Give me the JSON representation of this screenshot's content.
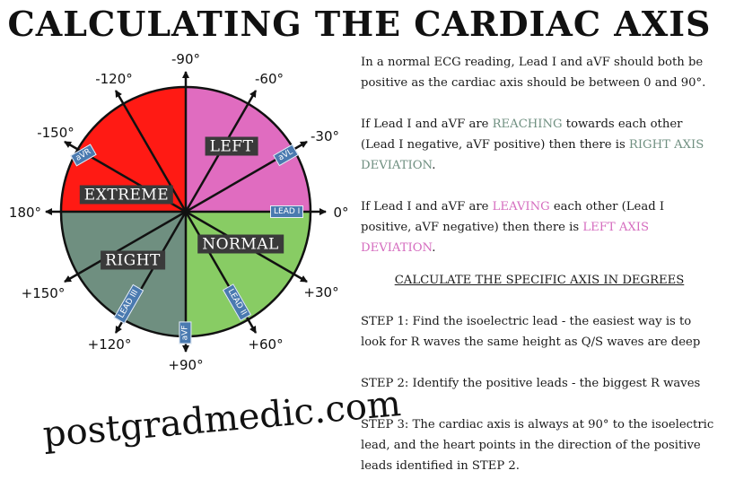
{
  "title": "CALCULATING THE CARDIAC AXIS",
  "colors": {
    "extreme": "#ff1a14",
    "left": "#e06cc0",
    "normal": "#88cc64",
    "right": "#6f8f80",
    "lead_badge": "#4a7ab0",
    "region_label_bg": "#3a3a3a"
  },
  "diagram": {
    "degrees": {
      "minus90": "-90°",
      "minus120": "-120°",
      "minus60": "-60°",
      "minus150": "-150°",
      "minus30": "-30°",
      "d180": "180°",
      "d0": "0°",
      "plus150": "+150°",
      "plus30": "+30°",
      "plus120": "+120°",
      "plus60": "+60°",
      "plus90": "+90°"
    },
    "regions": {
      "left": "LEFT",
      "extreme": "EXTREME",
      "normal": "NORMAL",
      "right": "RIGHT"
    },
    "leads": {
      "avr": "aVR",
      "avl": "aVL",
      "lead1": "LEAD I",
      "lead2": "LEAD II",
      "avf": "aVF",
      "lead3": "LEAD III"
    }
  },
  "watermark": "postgradmedic.com",
  "text": {
    "p1": "In a normal ECG reading, Lead I and aVF should both be positive as the cardiac axis should be between 0 and 90°.",
    "p2_a": "If Lead I and aVF are ",
    "p2_hl1": "REACHING",
    "p2_b": " towards each other (Lead I negative, aVF positive) then there is ",
    "p2_hl2": "RIGHT AXIS DEVIATION",
    "p2_c": ".",
    "p3_a": "If Lead I and aVF are ",
    "p3_hl1": "LEAVING",
    "p3_b": " each other (Lead I positive, aVF negative) then there is ",
    "p3_hl2": "LEFT AXIS DEVIATION",
    "p3_c": ".",
    "heading": "CALCULATE THE SPECIFIC AXIS IN DEGREES",
    "step1": "STEP 1: Find the isoelectric lead - the easiest way is to look for R waves the same height as Q/S waves are deep",
    "step2": "STEP 2: Identify the positive leads - the biggest R waves",
    "step3": "STEP 3: The cardiac axis is always at 90° to the isoelectric lead, and the heart points in the direction of the positive leads identified in STEP 2."
  }
}
